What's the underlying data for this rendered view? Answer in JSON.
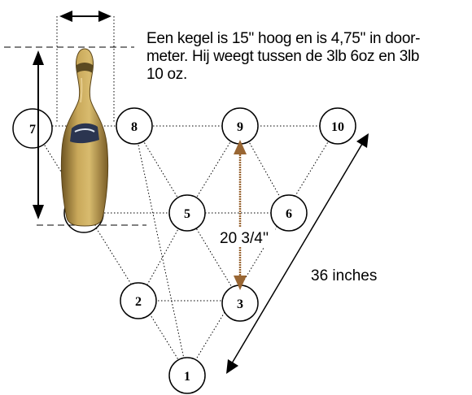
{
  "description": {
    "line1": "Een kegel is 15'' hoog en is 4,75'' in door-",
    "line2": "meter.  Hij weegt tussen de 3lb 6oz en 3lb",
    "line3": "10 oz."
  },
  "pins": [
    "1",
    "2",
    "3",
    "5",
    "6",
    "7",
    "8",
    "9",
    "10"
  ],
  "labels": {
    "inner_distance": "20 3/4''",
    "side_length": "36 inches"
  },
  "colors": {
    "inner_arrow": "#996633",
    "pin_body": "#b8964a",
    "lines": "#000000"
  },
  "icons": {
    "pin": "bowling-pin-icon"
  }
}
